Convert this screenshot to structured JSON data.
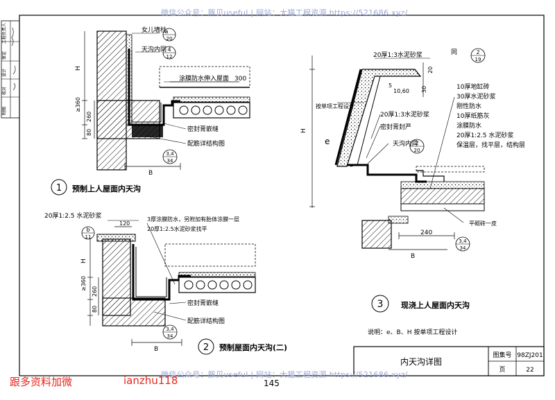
{
  "watermark": {
    "top": "微信公众号：豚贝useful | 网站：大猫工程资源 https://521686.xyz/",
    "bottom": "微信公众号：豚贝useful | 网站：大猫工程资源 https://521686.xyz/"
  },
  "side_stamp": {
    "rows": [
      "工程负责人",
      "审定",
      "设计",
      "校对",
      "制图"
    ]
  },
  "detail1": {
    "number": "1",
    "title": "预制上人屋面内天沟",
    "labels": {
      "parapet": "女儿墙柱",
      "gutter_same": "天沟内同",
      "membrane": "涂膜防水伸入屋面",
      "dim_300": "300",
      "sealant": "密封膏嵌缝",
      "rebar": "配筋详结构图",
      "dim_H": "H",
      "dim_360": "≥360",
      "dim_260": "260",
      "dim_80": "80",
      "dim_B": "B"
    },
    "refs": [
      {
        "top": "a",
        "bottom": "20"
      },
      {
        "top": "4",
        "bottom": "12"
      },
      {
        "top": "3,4",
        "bottom": "34"
      }
    ]
  },
  "detail2": {
    "number": "2",
    "title": "预制屋面内天沟(二)",
    "labels": {
      "mortar": "20厚1:2.5 水泥砂浆",
      "dim_120": "120",
      "membrane": "3厚涂膜防水，另附加有胎体涂膜一层",
      "mortar2": "20厚1:2.5水泥砂浆找平",
      "sealant": "密封膏嵌缝",
      "rebar": "配筋详结构图",
      "dim_H": "H",
      "dim_360": "≥360",
      "dim_260": "260",
      "dim_80": "80",
      "dim_B": "B"
    },
    "refs": [
      {
        "top": "b",
        "bottom": "11"
      },
      {
        "top": "3,4",
        "bottom": "34"
      }
    ]
  },
  "detail3": {
    "number": "3",
    "title": "现浇上人屋面内天沟",
    "labels": {
      "mortar_top": "20厚1:3水泥砂浆",
      "same": "同",
      "dim_20": "20",
      "dim_30": "30",
      "dim_5": "5",
      "dim_1060": "10,60",
      "per_design": "按单项工程设计",
      "mortar_mid": "20厚1:3水泥砂浆",
      "seal_tight": "密封膏封严",
      "gutter_inner": "天沟内同",
      "dim_H": "H",
      "dim_e": "e",
      "dim_240": "240",
      "dim_B": "B",
      "flat_brick": "平砌砖一皮",
      "note": "说明：e、B、H 按单项工程设计"
    },
    "layers": [
      "10厚地缸砖",
      "30厚水泥砂浆",
      "刚性防水",
      "10厚纸筋灰",
      "涂膜防水",
      "20厚1:2.5 水泥砂浆",
      "保温层，找平层，结构层"
    ],
    "refs": [
      {
        "top": "2",
        "bottom": "19"
      },
      {
        "top": "2",
        "bottom": "20"
      },
      {
        "top": "3,4",
        "bottom": "34"
      }
    ]
  },
  "title_block": {
    "drawing_title": "内天沟详图",
    "atlas_label": "图集号",
    "atlas_value": "98ZJ201",
    "page_label": "页",
    "page_value": "22"
  },
  "footer": {
    "left_ad": "跟多资料加微",
    "wechat_id": "ianzhu118",
    "page_number": "145"
  }
}
